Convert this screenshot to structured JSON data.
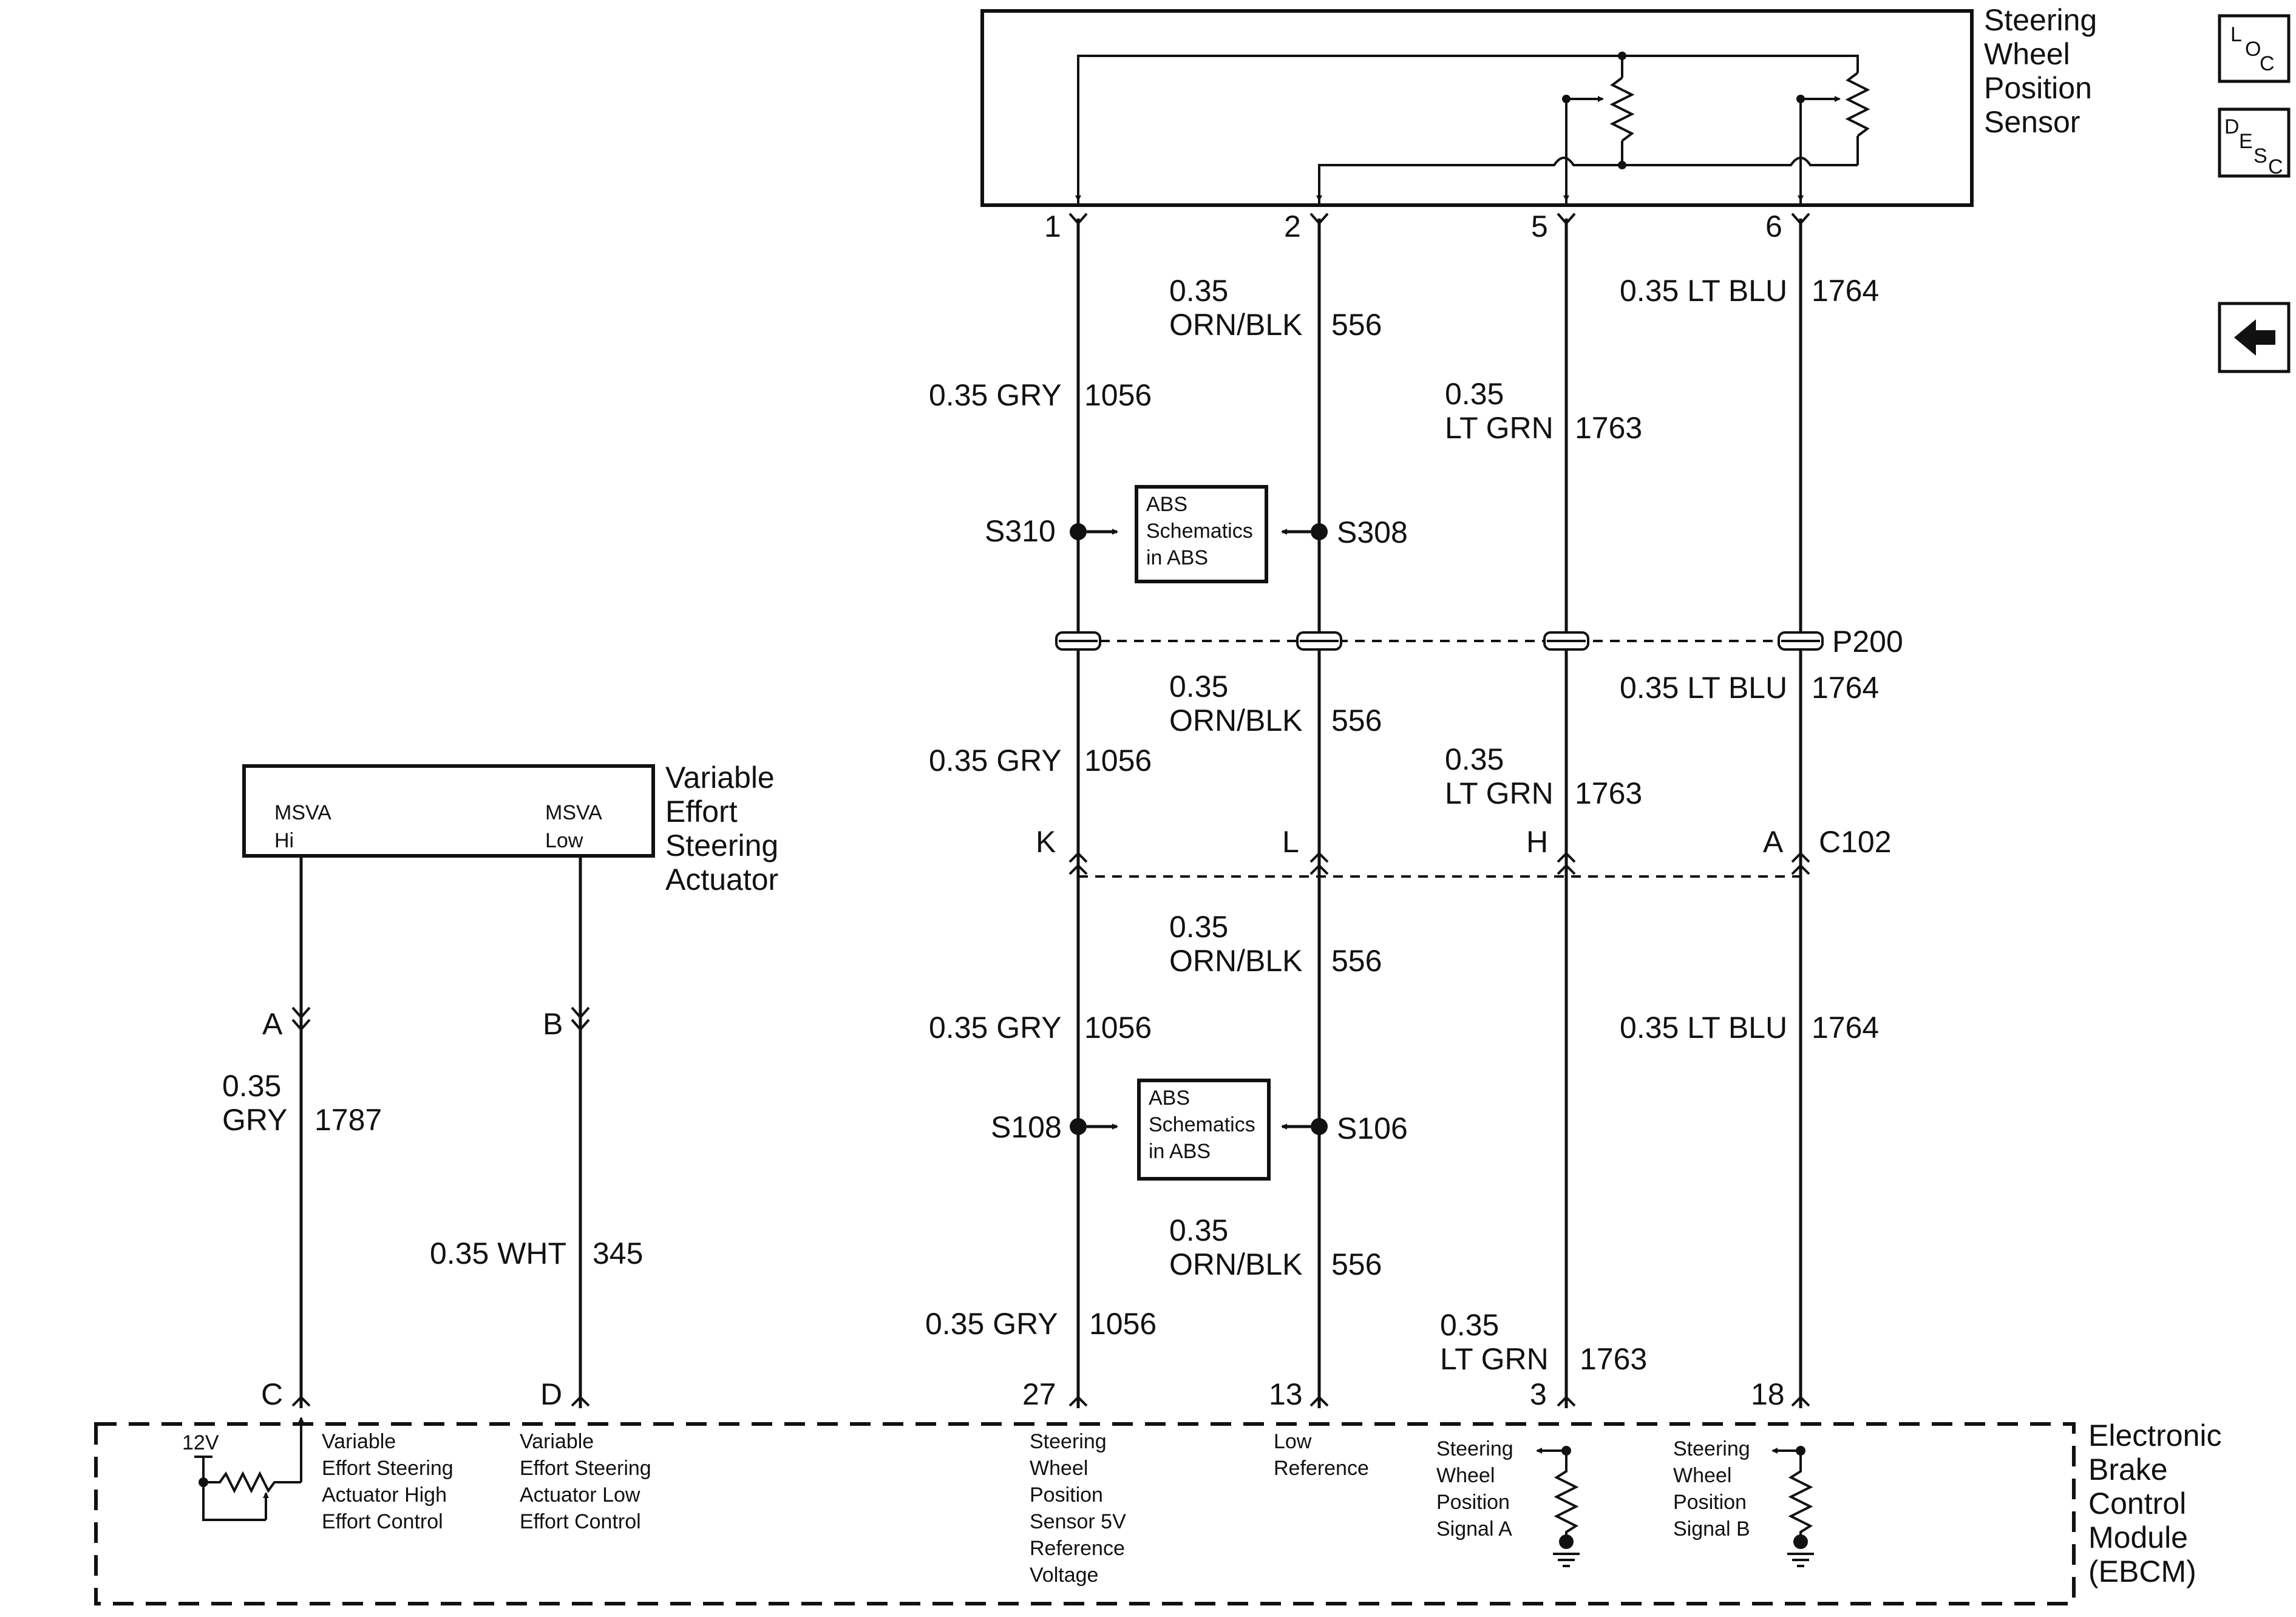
{
  "sensor": {
    "name": [
      "Steering",
      "Wheel",
      "Position",
      "Sensor"
    ]
  },
  "actuator": {
    "name": [
      "Variable",
      "Effort",
      "Steering",
      "Actuator"
    ],
    "pin_hi": [
      "MSVA",
      "Hi"
    ],
    "pin_low": [
      "MSVA",
      "Low"
    ]
  },
  "ebcm": {
    "name": [
      "Electronic",
      "Brake",
      "Control",
      "Module",
      "(EBCM)"
    ]
  },
  "nav": {
    "loc": {
      "L": "L",
      "O": "O",
      "C": "C"
    },
    "desc": {
      "D": "D",
      "E": "E",
      "S": "S",
      "C": "C"
    },
    "back_arrow": "←"
  },
  "pins": {
    "sensor": [
      "1",
      "2",
      "5",
      "6"
    ],
    "c102": [
      "K",
      "L",
      "H",
      "A"
    ],
    "c102_label": "C102",
    "p200_label": "P200",
    "ebcm": [
      "27",
      "13",
      "3",
      "18"
    ],
    "act_top": [
      "A",
      "B"
    ],
    "act_bot": [
      "C",
      "D"
    ]
  },
  "wires": {
    "w1056": [
      "0.35 GRY",
      "1056"
    ],
    "w556": [
      "0.35",
      "ORN/BLK",
      "556"
    ],
    "w1763": [
      "0.35",
      "LT GRN",
      "1763"
    ],
    "w1764": [
      "0.35 LT BLU",
      "1764"
    ],
    "w1787": [
      "0.35",
      "GRY",
      "1787"
    ],
    "w345": [
      "0.35 WHT",
      "345"
    ]
  },
  "splices": {
    "s310": "S310",
    "s308": "S308",
    "s108": "S108",
    "s106": "S106"
  },
  "abs_ref": [
    "ABS",
    "Schematics",
    "in ABS"
  ],
  "ebcm_circuits": {
    "vol_12": "12V",
    "hi": [
      "Variable",
      "Effort Steering",
      "Actuator High",
      "Effort Control"
    ],
    "low": [
      "Variable",
      "Effort Steering",
      "Actuator Low",
      "Effort Control"
    ],
    "ref5v": [
      "Steering",
      "Wheel",
      "Position",
      "Sensor 5V",
      "Reference",
      "Voltage"
    ],
    "lowref": [
      "Low",
      "Reference"
    ],
    "sigA": [
      "Steering",
      "Wheel",
      "Position",
      "Signal A"
    ],
    "sigB": [
      "Steering",
      "Wheel",
      "Position",
      "Signal B"
    ]
  }
}
